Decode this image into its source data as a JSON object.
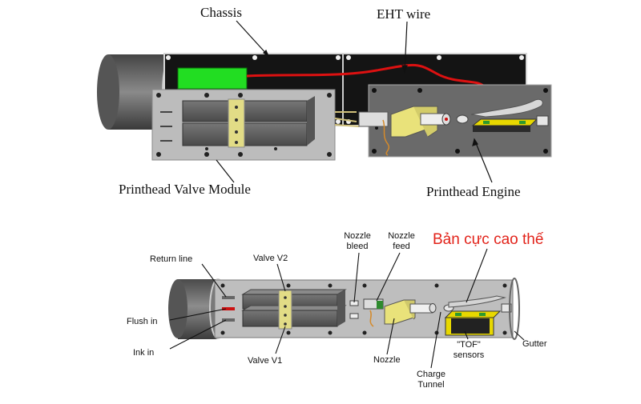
{
  "top_diagram": {
    "labels": {
      "chassis": "Chassis",
      "eht_wire": "EHT wire",
      "valve_module": "Printhead Valve Module",
      "engine": "Printhead Engine"
    }
  },
  "bottom_diagram": {
    "labels": {
      "return_line": "Return line",
      "flush_in": "Flush in",
      "ink_in": "Ink in",
      "valve_v2": "Valve V2",
      "valve_v1": "Valve V1",
      "nozzle_bleed_1": "Nozzle",
      "nozzle_bleed_2": "bleed",
      "nozzle_feed_1": "Nozzle",
      "nozzle_feed_2": "feed",
      "hv_plate": "Bản cực cao thế",
      "nozzle": "Nozzle",
      "charge_tunnel_1": "Charge",
      "charge_tunnel_2": "Tunnel",
      "tof_sensors_1": "\"TOF\"",
      "tof_sensors_2": "sensors",
      "gutter": "Gutter"
    }
  },
  "colors": {
    "chassis_black": "#111111",
    "plate_grey": "#b9b9b9",
    "module_grey": "#5e5e5e",
    "green_board": "#22dd22",
    "eht_red": "#dd1111",
    "nozzle_yellow": "#e9e27a",
    "tof_yellow": "#e8d800",
    "label_red": "#e2231a"
  }
}
